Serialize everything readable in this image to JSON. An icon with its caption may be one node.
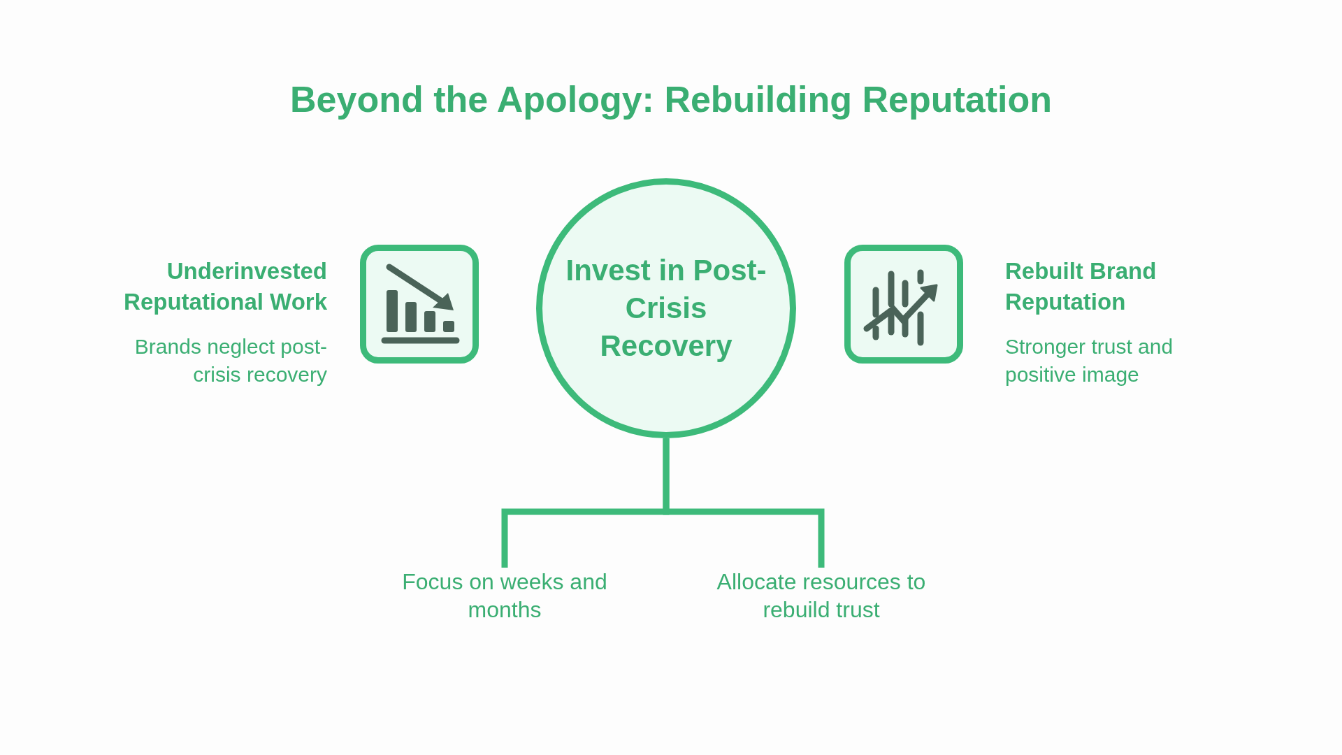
{
  "diagram": {
    "title": "Beyond the Apology: Rebuilding Reputation",
    "nodes": [
      {
        "text": [
          "Underinvested Reputational Work",
          "Brands neglect post-crisis recovery"
        ]
      },
      {
        "text": [
          "Invest in Post-Crisis Recovery"
        ]
      },
      {
        "text": [
          "Rebuilt Brand Reputation",
          "Stronger trust and positive image"
        ]
      },
      {
        "text": [
          "Focus on weeks and months"
        ]
      },
      {
        "text": [
          "Allocate resources to rebuild trust"
        ]
      }
    ],
    "edges": [
      {
        "from": 1,
        "to": 3,
        "arrow": "none"
      },
      {
        "from": 1,
        "to": 4,
        "arrow": "none"
      }
    ]
  }
}
